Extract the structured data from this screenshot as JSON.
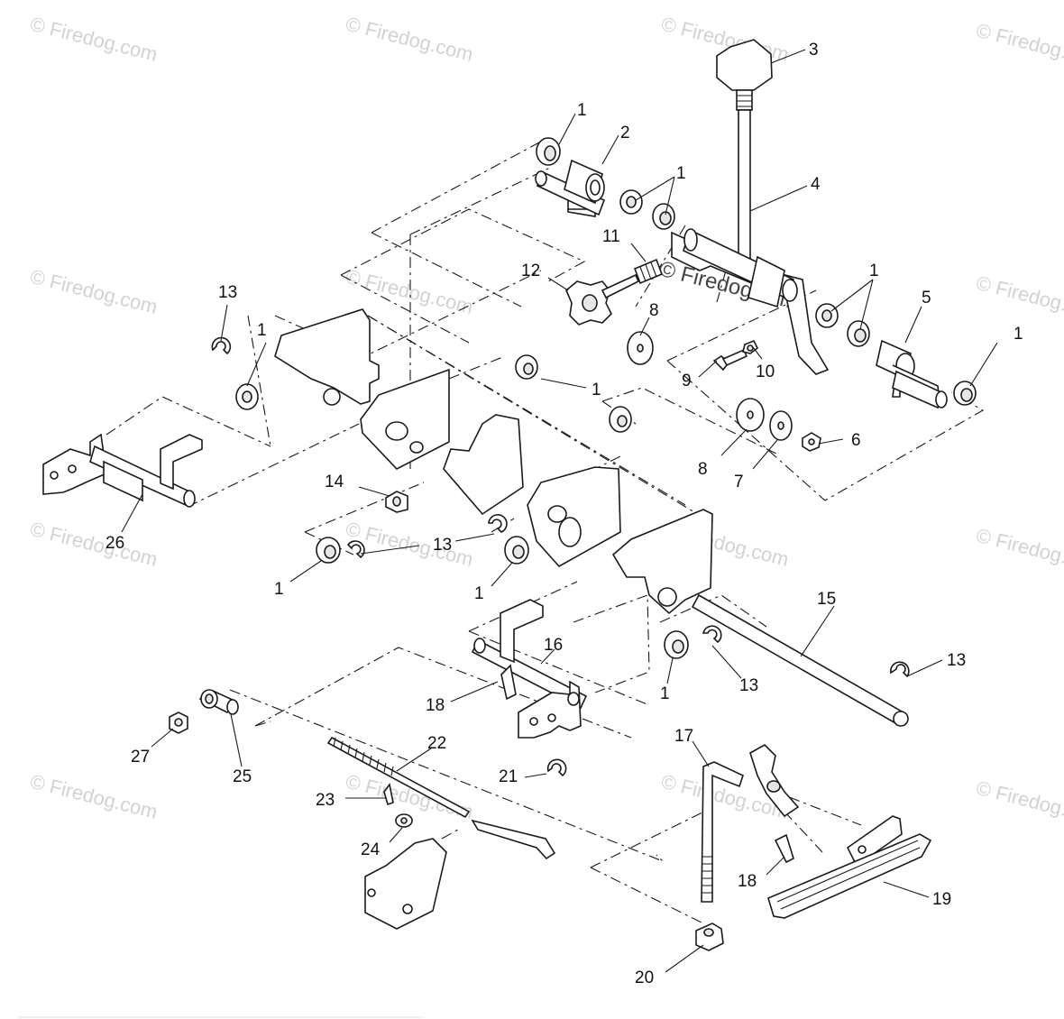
{
  "watermark": {
    "text": "© Firedog.com",
    "color": "#d2d2d2"
  },
  "callouts": [
    {
      "id": "c3",
      "label": "3"
    },
    {
      "id": "c1a",
      "label": "1"
    },
    {
      "id": "c2",
      "label": "2"
    },
    {
      "id": "c1b",
      "label": "1"
    },
    {
      "id": "c4",
      "label": "4"
    },
    {
      "id": "c11",
      "label": "11"
    },
    {
      "id": "c12",
      "label": "12"
    },
    {
      "id": "c1c",
      "label": "1"
    },
    {
      "id": "c5",
      "label": "5"
    },
    {
      "id": "c1d",
      "label": "1"
    },
    {
      "id": "c8a",
      "label": "8"
    },
    {
      "id": "c10",
      "label": "10"
    },
    {
      "id": "c9",
      "label": "9"
    },
    {
      "id": "c13a",
      "label": "13"
    },
    {
      "id": "c1e",
      "label": "1"
    },
    {
      "id": "c1f",
      "label": "1"
    },
    {
      "id": "c6",
      "label": "6"
    },
    {
      "id": "c8b",
      "label": "8"
    },
    {
      "id": "c7",
      "label": "7"
    },
    {
      "id": "c26",
      "label": "26"
    },
    {
      "id": "c14",
      "label": "14"
    },
    {
      "id": "c13b",
      "label": "13"
    },
    {
      "id": "c1g",
      "label": "1"
    },
    {
      "id": "c1h",
      "label": "1"
    },
    {
      "id": "c15",
      "label": "15"
    },
    {
      "id": "c16",
      "label": "16"
    },
    {
      "id": "c13c",
      "label": "13"
    },
    {
      "id": "c1i",
      "label": "1"
    },
    {
      "id": "c13d",
      "label": "13"
    },
    {
      "id": "c18a",
      "label": "18"
    },
    {
      "id": "c27",
      "label": "27"
    },
    {
      "id": "c25",
      "label": "25"
    },
    {
      "id": "c22",
      "label": "22"
    },
    {
      "id": "c21",
      "label": "21"
    },
    {
      "id": "c17",
      "label": "17"
    },
    {
      "id": "c23",
      "label": "23"
    },
    {
      "id": "c24",
      "label": "24"
    },
    {
      "id": "c18b",
      "label": "18"
    },
    {
      "id": "c19",
      "label": "19"
    },
    {
      "id": "c20",
      "label": "20"
    }
  ]
}
